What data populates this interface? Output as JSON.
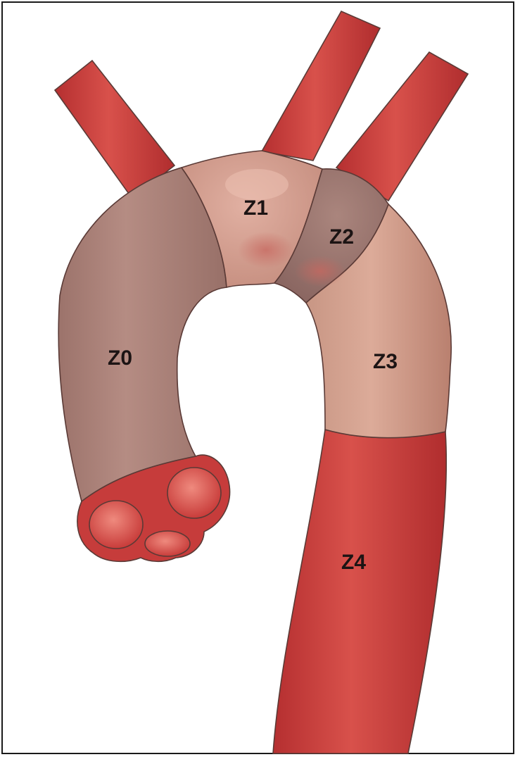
{
  "colors": {
    "vessel_red": "#c93a3a",
    "vessel_red_light": "#df6a62",
    "zone_mauve": "#a77b72",
    "zone_pink": "#cf9a8c",
    "zone_dark": "#94706a",
    "zone_tan": "#c6937f",
    "outline": "#5a3a36"
  },
  "zones": {
    "z0": {
      "label": "Z0"
    },
    "z1": {
      "label": "Z1"
    },
    "z2": {
      "label": "Z2"
    },
    "z3": {
      "label": "Z3"
    },
    "z4": {
      "label": "Z4"
    }
  }
}
